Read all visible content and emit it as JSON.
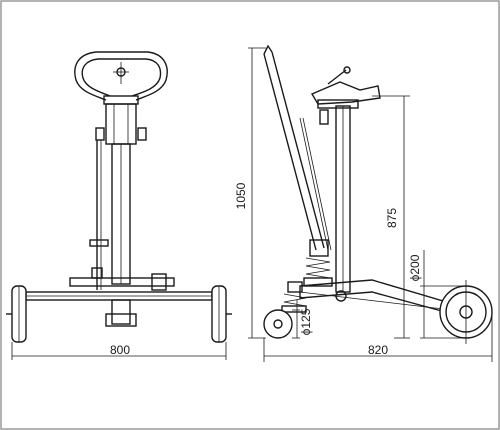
{
  "dimensions": {
    "front_width": "800",
    "side_length": "820",
    "overall_height": "1050",
    "handle_height": "875",
    "rear_wheel_diameter": "ϕ200",
    "front_wheel_diameter": "ϕ125"
  },
  "colors": {
    "line": "#1a1a1a",
    "background": "#ffffff",
    "border": "#9a9a9a"
  }
}
